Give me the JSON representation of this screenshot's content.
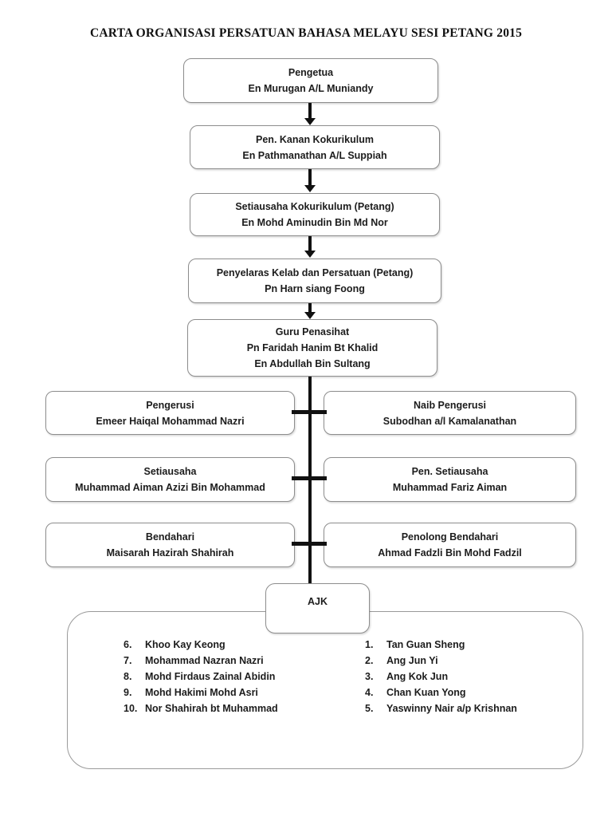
{
  "title": "CARTA ORGANISASI PERSATUAN BAHASA MELAYU SESI PETANG 2015",
  "chain": [
    {
      "role": "Pengetua",
      "names": [
        "En Murugan A/L Muniandy"
      ]
    },
    {
      "role": "Pen. Kanan Kokurikulum",
      "names": [
        "En Pathmanathan A/L Suppiah"
      ]
    },
    {
      "role": "Setiausaha Kokurikulum (Petang)",
      "names": [
        "En Mohd Aminudin Bin Md Nor"
      ]
    },
    {
      "role": "Penyelaras Kelab dan Persatuan (Petang)",
      "names": [
        "Pn Harn siang Foong"
      ]
    },
    {
      "role": "Guru Penasihat",
      "names": [
        "Pn Faridah Hanim Bt Khalid",
        "En Abdullah Bin Sultang"
      ]
    }
  ],
  "committee": [
    {
      "left": {
        "role": "Pengerusi",
        "name": "Emeer Haiqal Mohammad Nazri"
      },
      "right": {
        "role": "Naib Pengerusi",
        "name": "Subodhan a/l Kamalanathan"
      }
    },
    {
      "left": {
        "role": "Setiausaha",
        "name": "Muhammad Aiman Azizi Bin Mohammad"
      },
      "right": {
        "role": "Pen. Setiausaha",
        "name": "Muhammad Fariz Aiman"
      }
    },
    {
      "left": {
        "role": "Bendahari",
        "name": "Maisarah Hazirah Shahirah"
      },
      "right": {
        "role": "Penolong Bendahari",
        "name": "Ahmad Fadzli Bin Mohd Fadzil"
      }
    }
  ],
  "ajk": {
    "label": "AJK",
    "left_list": [
      {
        "num": "6.",
        "name": "Khoo Kay Keong"
      },
      {
        "num": "7.",
        "name": "Mohammad Nazran Nazri"
      },
      {
        "num": "8.",
        "name": "Mohd Firdaus Zainal Abidin"
      },
      {
        "num": "9.",
        "name": "Mohd Hakimi Mohd Asri"
      },
      {
        "num": "10.",
        "name": "Nor Shahirah bt Muhammad"
      }
    ],
    "right_list": [
      {
        "num": "1.",
        "name": "Tan Guan Sheng"
      },
      {
        "num": "2.",
        "name": "Ang Jun Yi"
      },
      {
        "num": "3.",
        "name": "Ang Kok Jun"
      },
      {
        "num": "4.",
        "name": "Chan Kuan Yong"
      },
      {
        "num": "5.",
        "name": "Yaswinny Nair a/p Krishnan"
      }
    ]
  },
  "colors": {
    "page_bg": "#ffffff",
    "text": "#1c1c1c",
    "box_border": "#8d8d8d",
    "connector": "#111111"
  }
}
